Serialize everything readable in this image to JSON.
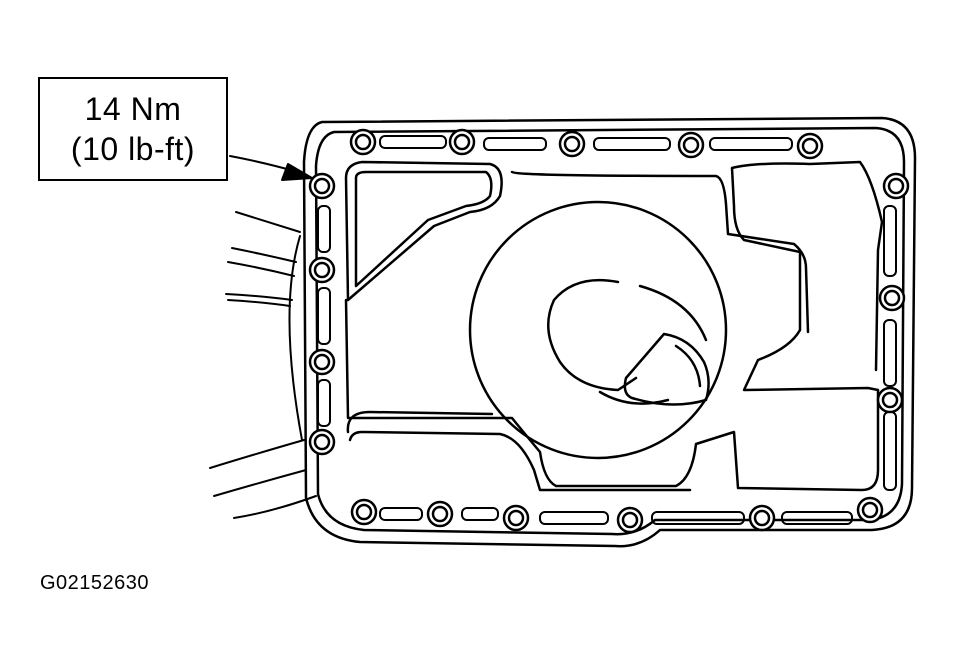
{
  "torque_callout": {
    "metric": "14 Nm",
    "imperial": "(10 lb-ft)"
  },
  "figure_id": "G02152630",
  "colors": {
    "line": "#000000",
    "background": "#ffffff"
  }
}
